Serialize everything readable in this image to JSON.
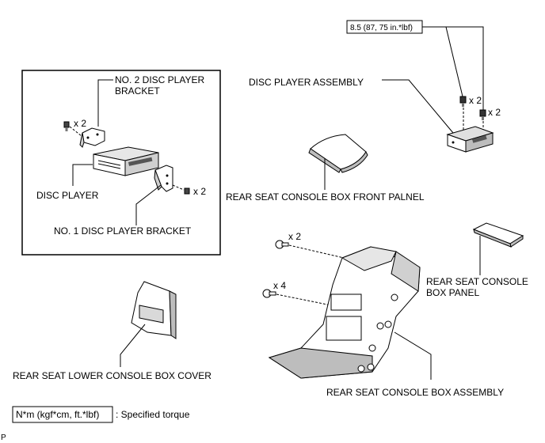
{
  "labels": {
    "no2_bracket_line1": "NO. 2 DISC PLAYER",
    "no2_bracket_line2": "BRACKET",
    "disc_player": "DISC PLAYER",
    "no1_bracket": "NO. 1 DISC PLAYER BRACKET",
    "disc_player_assembly": "DISC PLAYER ASSEMBLY",
    "front_panel": "REAR SEAT CONSOLE BOX FRONT PALNEL",
    "box_panel_line1": "REAR SEAT CONSOLE",
    "box_panel_line2": "BOX PANEL",
    "lower_cover": "REAR SEAT LOWER CONSOLE BOX COVER",
    "box_assembly": "REAR SEAT CONSOLE BOX ASSEMBLY"
  },
  "quantities": {
    "inset_left_screws": "x 2",
    "inset_right_screws": "x 2",
    "assembly_left_screws": "x 2",
    "assembly_right_screws": "x 2",
    "console_upper_bolts": "x 2",
    "console_lower_bolts": "x 4"
  },
  "torque": {
    "value": "8.5 (87, 75 in.*lbf)",
    "legend_unit": "N*m (kgf*cm, ft.*lbf)",
    "legend_text": ": Specified torque"
  },
  "corner_mark": "P",
  "colors": {
    "line": "#000000",
    "part_fill": "#ffffff",
    "part_shade": "#bdbdbd",
    "part_dark": "#555555"
  }
}
